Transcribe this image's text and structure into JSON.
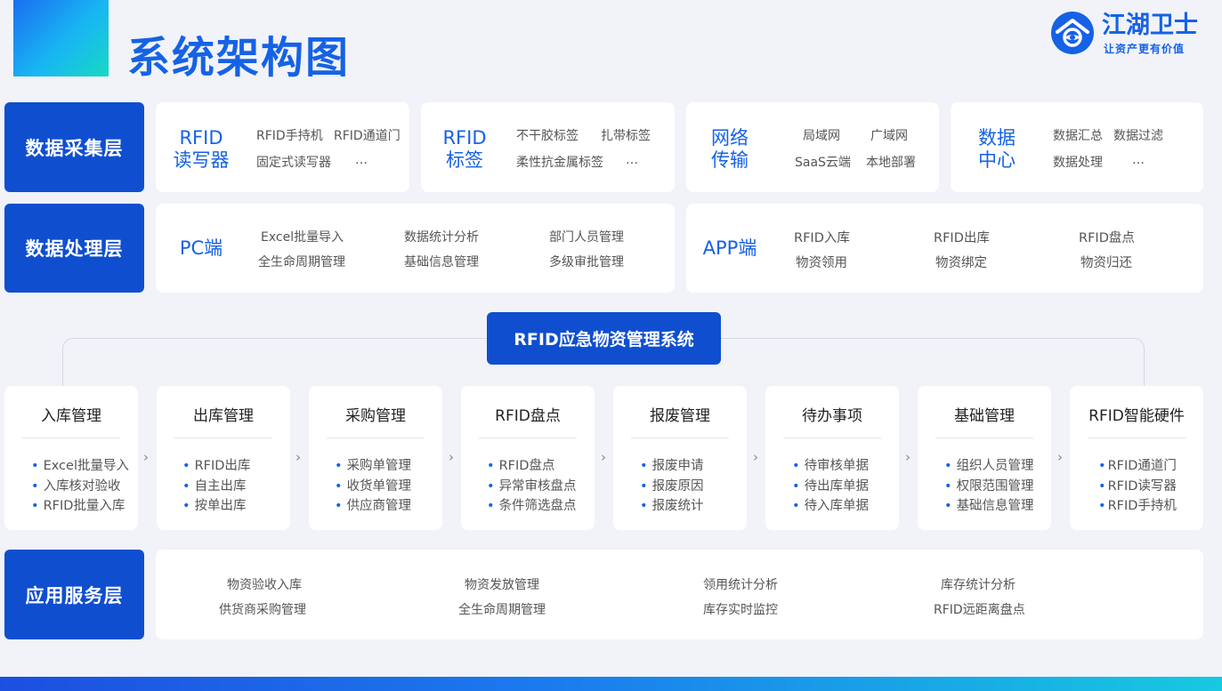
{
  "header": {
    "title": "系统架构图",
    "logo": {
      "brand": "江湖卫士",
      "slogan": "让资产更有价值"
    }
  },
  "layers": {
    "collect": {
      "label": "数据采集层",
      "cards": [
        {
          "category": [
            "RFID",
            "读写器"
          ],
          "items": [
            "RFID手持机",
            "RFID通道门",
            "固定式读写器",
            "…"
          ]
        },
        {
          "category": [
            "RFID",
            "标签"
          ],
          "items": [
            "不干胶标签",
            "扎带标签",
            "柔性抗金属标签",
            "…"
          ]
        },
        {
          "category": [
            "网络",
            "传输"
          ],
          "items": [
            "局域网",
            "广域网",
            "SaaS云端",
            "本地部署"
          ]
        },
        {
          "category": [
            "数据",
            "中心"
          ],
          "items": [
            "数据汇总",
            "数据过滤",
            "数据处理",
            "…"
          ]
        }
      ]
    },
    "process": {
      "label": "数据处理层",
      "pc": {
        "category": "PC端",
        "items": [
          "Excel批量导入",
          "数据统计分析",
          "部门人员管理",
          "全生命周期管理",
          "基础信息管理",
          "多级审批管理"
        ]
      },
      "app": {
        "category": "APP端",
        "items": [
          "RFID入库",
          "RFID出库",
          "RFID盘点",
          "物资领用",
          "物资绑定",
          "物资归还"
        ]
      }
    },
    "system": {
      "name": "RFID应急物资管理系统"
    },
    "modules": [
      {
        "title": "入库管理",
        "bullet": "•",
        "items": [
          "Excel批量导入",
          "入库核对验收",
          "RFID批量入库"
        ]
      },
      {
        "title": "出库管理",
        "bullet": "•",
        "items": [
          "RFID出库",
          "自主出库",
          "按单出库"
        ]
      },
      {
        "title": "采购管理",
        "bullet": "•",
        "items": [
          "采购单管理",
          "收货单管理",
          "供应商管理"
        ]
      },
      {
        "title": "RFID盘点",
        "bullet": "•",
        "items": [
          "RFID盘点",
          "异常审核盘点",
          "条件筛选盘点"
        ]
      },
      {
        "title": "报废管理",
        "bullet": "•",
        "items": [
          "报废申请",
          "报废原因",
          "报废统计"
        ]
      },
      {
        "title": "待办事项",
        "bullet": "•",
        "items": [
          "待审核单据",
          "待出库单据",
          "待入库单据"
        ]
      },
      {
        "title": "基础管理",
        "bullet": "•",
        "items": [
          "组织人员管理",
          "权限范围管理",
          "基础信息管理"
        ]
      },
      {
        "title": "RFID智能硬件",
        "bullet": "•",
        "items": [
          "RFID通道门",
          "RFID读写器",
          "RFID手持机"
        ]
      }
    ],
    "chevron": "›",
    "service": {
      "label": "应用服务层",
      "items": [
        "物资验收入库",
        "物资发放管理",
        "领用统计分析",
        "库存统计分析",
        "供货商采购管理",
        "全生命周期管理",
        "库存实时监控",
        "RFID远距离盘点"
      ]
    }
  },
  "colors": {
    "primary": "#0f4fcf",
    "accent": "#1562e6",
    "background": "#f1f3f8"
  }
}
